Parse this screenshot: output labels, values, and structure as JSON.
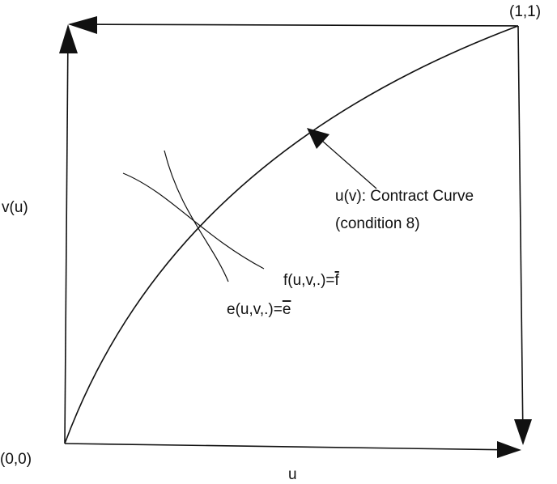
{
  "figure": {
    "labels": {
      "origin": "(0,0)",
      "top_right": "(1,1)",
      "x_axis": "u",
      "y_axis": "v(u)",
      "contract_curve_line1": "u(v):  Contract Curve",
      "contract_curve_line2": "(condition 8)",
      "f_level": "f(u,v,.)=",
      "f_bar": "f",
      "e_level": "e(u,v,.)=",
      "e_bar": "e"
    },
    "colors": {
      "ink": "#111111",
      "background": "#ffffff"
    }
  }
}
